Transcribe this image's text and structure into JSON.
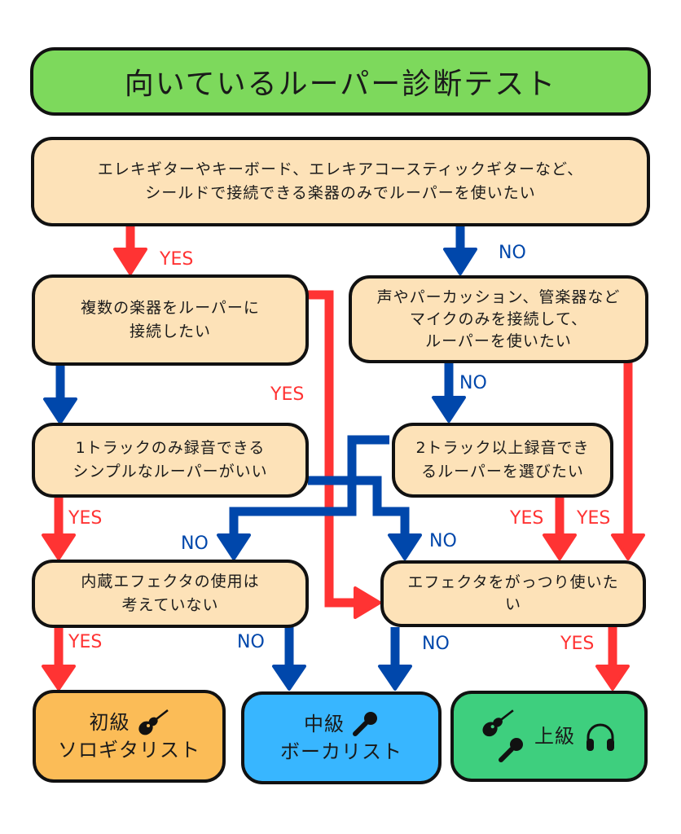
{
  "title": "向いているルーパー診断テスト",
  "colors": {
    "yes": "#ff3333",
    "no": "#0047ab",
    "question_bg": "#fde2b8",
    "title_bg": "#7dd95c",
    "beginner_bg": "#fbbc57",
    "intermediate_bg": "#38b6ff",
    "advanced_bg": "#3ecf7e"
  },
  "questions": {
    "q1": {
      "line1": "エレキギターやキーボード、エレキアコースティックギターなど、",
      "line2": "シールドで接続できる楽器のみでルーパーを使いたい"
    },
    "q2": {
      "line1": "複数の楽器をルーパーに",
      "line2": "接続したい"
    },
    "q3": {
      "line1": "声やパーカッション、管楽器など",
      "line2": "マイクのみを接続して、",
      "line3": "ルーパーを使いたい"
    },
    "q4": {
      "line1": "1トラックのみ録音できる",
      "line2": "シンプルなルーパーがいい"
    },
    "q5": {
      "line1": "2トラック以上録音でき",
      "line2": "るルーパーを選びたい"
    },
    "q6": {
      "line1": "内蔵エフェクタの使用は",
      "line2": "考えていない"
    },
    "q7": {
      "line1": "エフェクタをがっつり使いた",
      "line2": "い"
    }
  },
  "results": {
    "beginner": {
      "level": "初級",
      "type": "ソロギタリスト",
      "icons": [
        "guitar-icon"
      ]
    },
    "intermediate": {
      "level": "中級",
      "type": "ボーカリスト",
      "icons": [
        "microphone-icon"
      ]
    },
    "advanced": {
      "level": "上級",
      "icons": [
        "guitar-icon",
        "microphone-icon",
        "headphones-icon"
      ]
    }
  },
  "labels": {
    "yes": "YES",
    "no": "NO"
  }
}
